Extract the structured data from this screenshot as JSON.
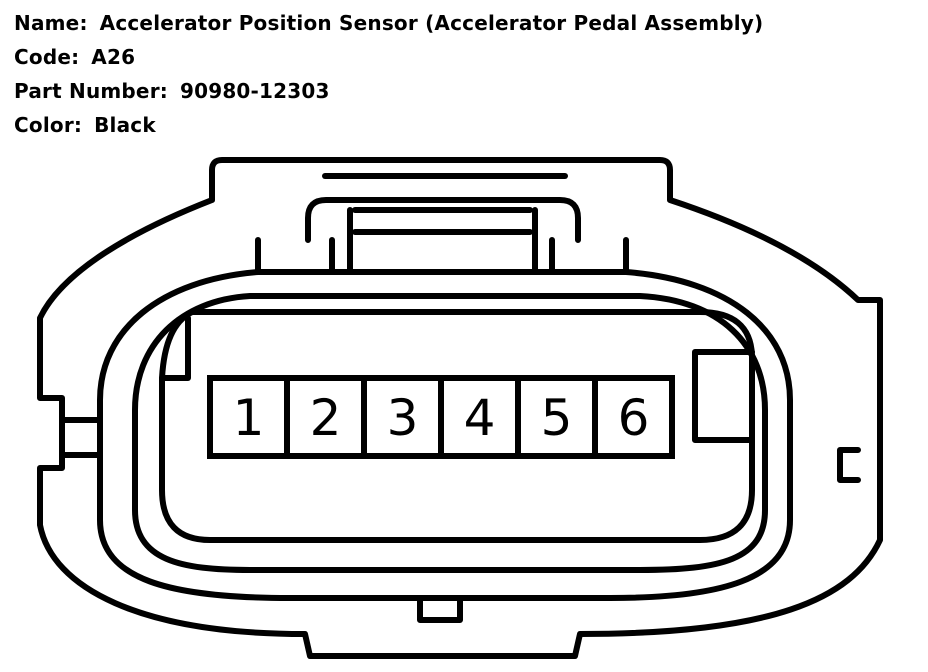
{
  "info": [
    {
      "label": "Name:",
      "value": "Accelerator Position Sensor (Accelerator Pedal Assembly)"
    },
    {
      "label": "Code:",
      "value": "A26"
    },
    {
      "label": "Part Number:",
      "value": "90980-12303"
    },
    {
      "label": "Color:",
      "value": "Black"
    }
  ],
  "connector": {
    "pins": [
      "1",
      "2",
      "3",
      "4",
      "5",
      "6"
    ]
  }
}
